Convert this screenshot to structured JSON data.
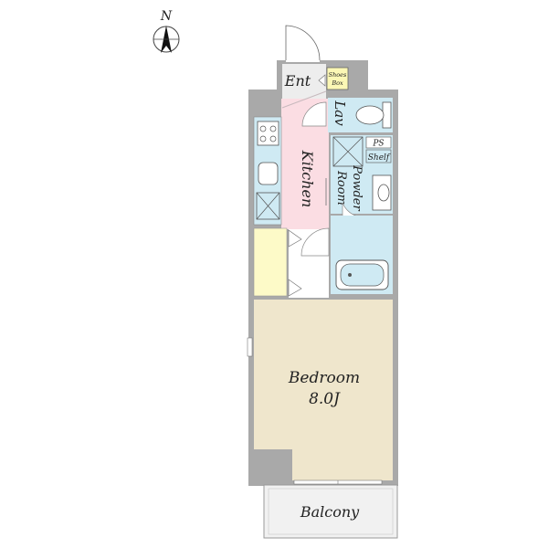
{
  "compass": {
    "label": "N"
  },
  "rooms": {
    "entrance": "Ent",
    "shoes_box_line1": "Shoes",
    "shoes_box_line2": "Box",
    "lavatory": "Lav",
    "kitchen": "Kitchen",
    "ps": "PS",
    "shelf": "Shelf",
    "powder_room_line1": "Powder",
    "powder_room_line2": "Room",
    "bedroom": "Bedroom",
    "bedroom_size": "8.0J",
    "balcony": "Balcony"
  },
  "colors": {
    "wall": "#a9a9a9",
    "bedroom": "#efe6cc",
    "kitchen": "#fbdde3",
    "bathroom": "#cfeaf3",
    "closet": "#fdfac8",
    "entrance": "#ededed",
    "shoes_box": "#fbf7b5",
    "balcony": "#f1f1f1"
  }
}
